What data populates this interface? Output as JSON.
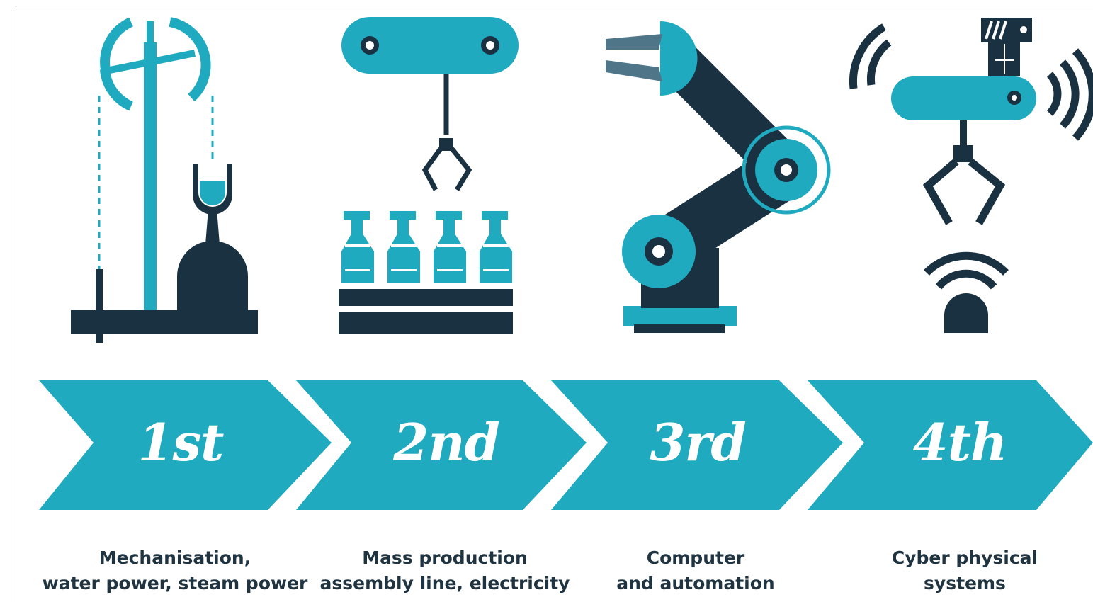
{
  "colors": {
    "teal": "#1faabf",
    "navy": "#1a3142",
    "white": "#ffffff"
  },
  "stages": [
    {
      "label": "1st",
      "icon": "water-wheel-steam-icon",
      "lines": [
        "Mechanisation,",
        "water power, steam power"
      ]
    },
    {
      "label": "2nd",
      "icon": "assembly-line-gripper-icon",
      "lines": [
        "Mass production",
        "assembly line, electricity"
      ]
    },
    {
      "label": "3rd",
      "icon": "robotic-arm-icon",
      "lines": [
        "Computer",
        "and automation"
      ]
    },
    {
      "label": "4th",
      "icon": "wireless-robot-gripper-icon",
      "lines": [
        "Cyber physical",
        "systems"
      ]
    }
  ]
}
